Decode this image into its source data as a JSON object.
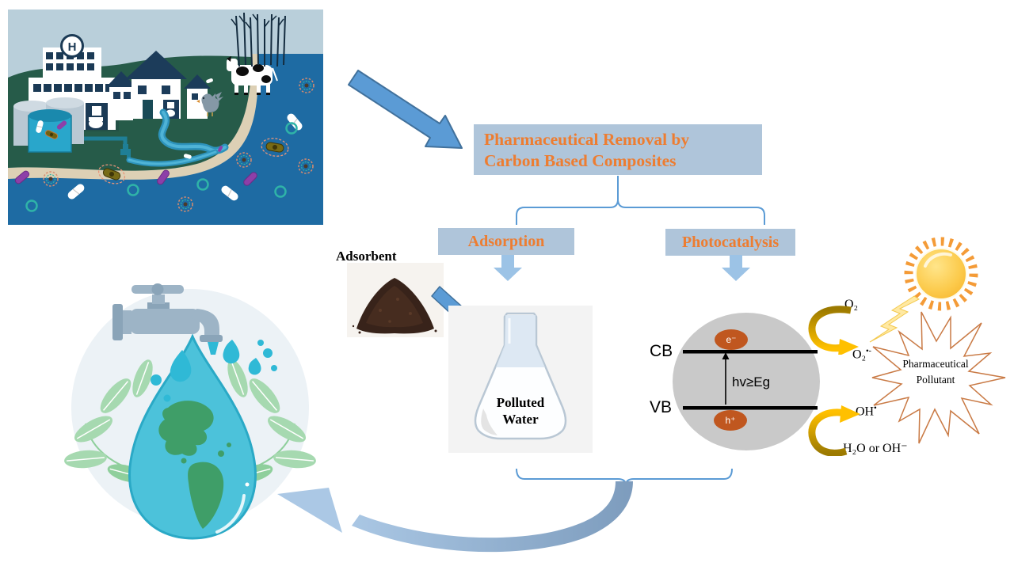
{
  "colors": {
    "accent_orange": "#ed7d31",
    "panel_blue": "#afc5da",
    "arrow_blue": "#5b9bd5",
    "light_arrow_blue": "#9cc3e6",
    "brace_blue": "#5b9bd5",
    "swoosh_blue": "#8fadc9",
    "gold": "#ffc000",
    "dark_gold": "#9c7a00",
    "band_gap_gray": "#c9c9c9",
    "charge_carrier_orange": "#c0571f",
    "starburst_outline": "#c97a45"
  },
  "pollution_scene": {
    "hospital_sign": "H"
  },
  "flow": {
    "title_line1": "Pharmaceutical Removal by",
    "title_line2": "Carbon Based Composites",
    "adsorption_label": "Adsorption",
    "photocatalysis_label": "Photocatalysis",
    "adsorbent_label": "Adsorbent",
    "flask_line1": "Polluted",
    "flask_line2": "Water"
  },
  "photocatalysis_diagram": {
    "cb_label": "CB",
    "vb_label": "VB",
    "electron_label": "e⁻",
    "hole_label": "h⁺",
    "excitation_label": "hv≥Eg",
    "oxygen_label": "O₂",
    "superoxide_base": "O₂",
    "superoxide_sup": "•-",
    "hydroxyl_base": "OH",
    "hydroxyl_sup": "•",
    "water_label": "H₂O or OH⁻",
    "pollutant_line1": "Pharmaceutical",
    "pollutant_line2": "Pollutant"
  }
}
